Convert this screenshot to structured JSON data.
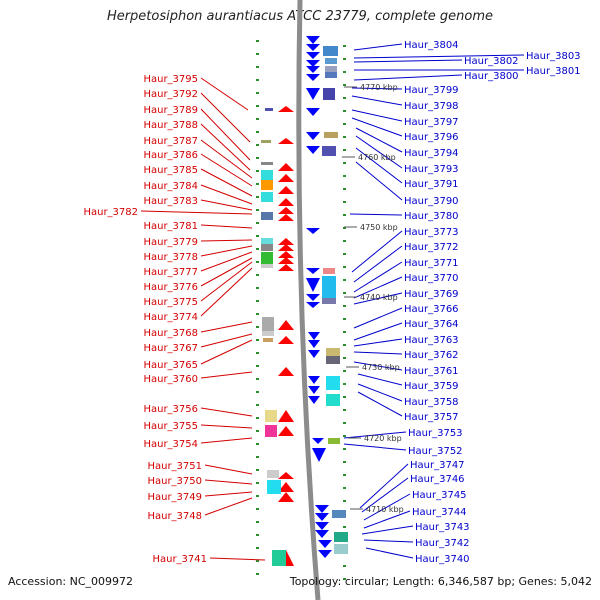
{
  "title": "Herpetosiphon aurantiacus ATCC 23779, complete genome",
  "footer": {
    "accession": "Accession: NC_009972",
    "stats": "Topology: circular; Length: 6,346,587 bp; Genes: 5,042"
  },
  "colors": {
    "left_label": "#d40000",
    "right_label": "#0000cc",
    "forward_strand": "#ff0000",
    "reverse_strand": "#0000ff",
    "backbone": "#8c8c8c"
  },
  "scale_labels": [
    "4770 kbp",
    "4760 kbp",
    "4750 kbp",
    "4740 kbp",
    "4730 kbp",
    "4720 kbp",
    "4710 kbp"
  ],
  "left_genes": [
    "Haur_3795",
    "Haur_3792",
    "Haur_3789",
    "Haur_3788",
    "Haur_3787",
    "Haur_3786",
    "Haur_3785",
    "Haur_3784",
    "Haur_3783",
    "Haur_3782",
    "Haur_3781",
    "Haur_3779",
    "Haur_3778",
    "Haur_3777",
    "Haur_3776",
    "Haur_3775",
    "Haur_3774",
    "Haur_3768",
    "Haur_3767",
    "Haur_3765",
    "Haur_3760",
    "Haur_3756",
    "Haur_3755",
    "Haur_3754",
    "Haur_3751",
    "Haur_3750",
    "Haur_3749",
    "Haur_3748",
    "Haur_3741"
  ],
  "right_genes": [
    "Haur_3804",
    "Haur_3802",
    "Haur_3803",
    "Haur_3801",
    "Haur_3800",
    "Haur_3799",
    "Haur_3798",
    "Haur_3797",
    "Haur_3796",
    "Haur_3794",
    "Haur_3793",
    "Haur_3791",
    "Haur_3790",
    "Haur_3780",
    "Haur_3773",
    "Haur_3772",
    "Haur_3771",
    "Haur_3770",
    "Haur_3769",
    "Haur_3766",
    "Haur_3764",
    "Haur_3763",
    "Haur_3762",
    "Haur_3761",
    "Haur_3759",
    "Haur_3758",
    "Haur_3757",
    "Haur_3753",
    "Haur_3752",
    "Haur_3747",
    "Haur_3746",
    "Haur_3745",
    "Haur_3744",
    "Haur_3743",
    "Haur_3742",
    "Haur_3740"
  ]
}
